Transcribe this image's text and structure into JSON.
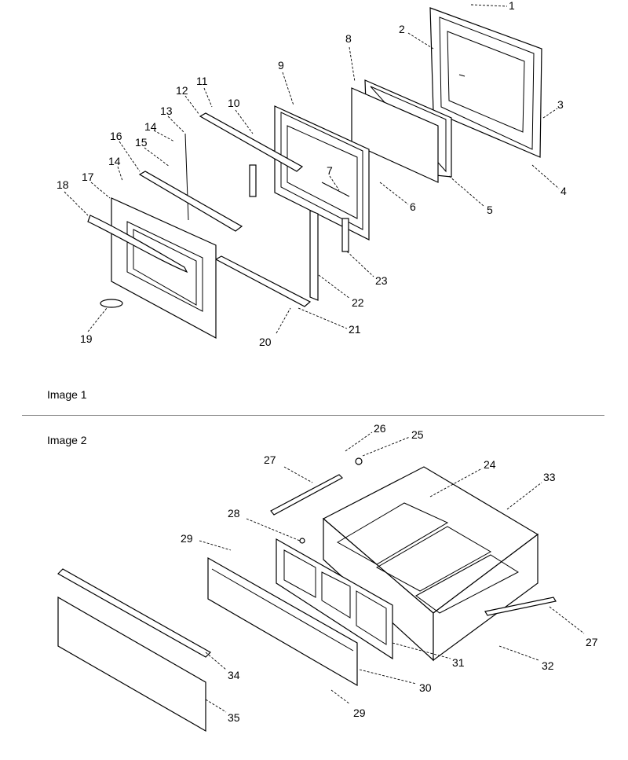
{
  "images": [
    {
      "caption": "Image 1"
    },
    {
      "caption": "Image 2"
    }
  ],
  "callouts": [
    "1",
    "2",
    "3",
    "4",
    "5",
    "6",
    "7",
    "8",
    "9",
    "10",
    "11",
    "12",
    "13",
    "14",
    "14",
    "15",
    "16",
    "17",
    "18",
    "19",
    "20",
    "21",
    "22",
    "23",
    "24",
    "25",
    "26",
    "27",
    "27",
    "28",
    "29",
    "29",
    "30",
    "31",
    "32",
    "33",
    "34",
    "35"
  ]
}
